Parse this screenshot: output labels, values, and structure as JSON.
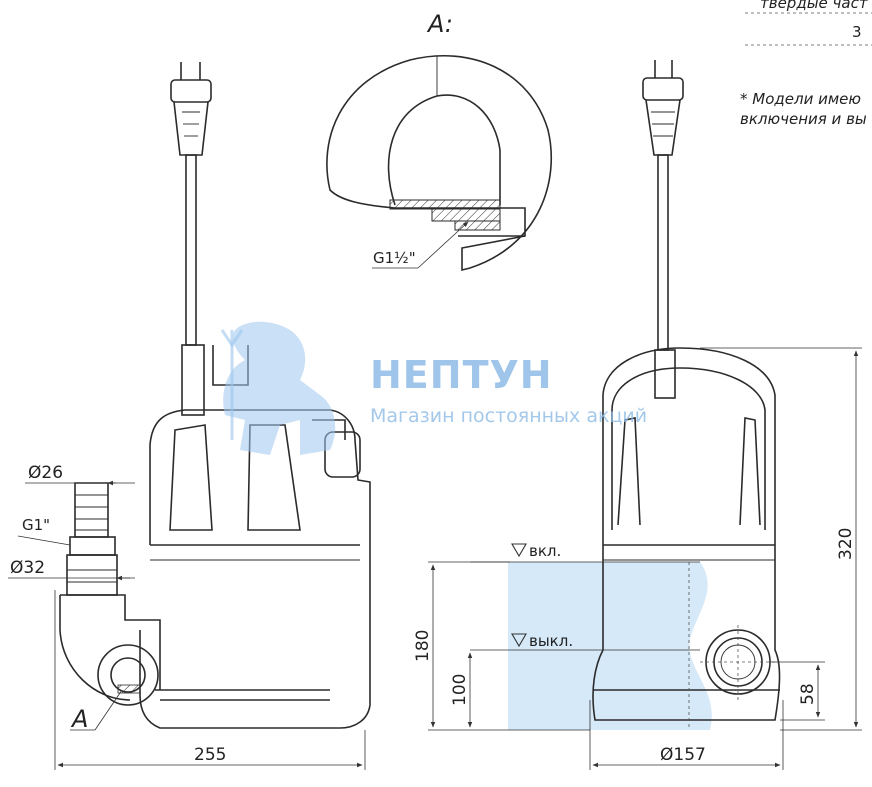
{
  "section_label": "A:",
  "callout_label": "A",
  "thread_label_main": "G1½\"",
  "thread_label_side": "G1\"",
  "dia_hose_small": "Ø26",
  "dia_hose_large": "Ø32",
  "dim_length": "255",
  "dim_height": "320",
  "dim_on_level": "180",
  "dim_off_level": "100",
  "dim_inlet": "58",
  "dim_base_dia": "Ø157",
  "level_on": "вкл.",
  "level_off": "выкл.",
  "table_header_fragment": "твердые част",
  "table_value_fragment": "3",
  "note_line1": "* Модели имею",
  "note_line2": "включения и вы",
  "watermark_title": "НЕПТУН",
  "watermark_subtitle": "Магазин постоянных акций",
  "colors": {
    "water_fill": "#d6e9f8",
    "watermark": "#7fb3e3",
    "line": "#2b2b2b"
  }
}
